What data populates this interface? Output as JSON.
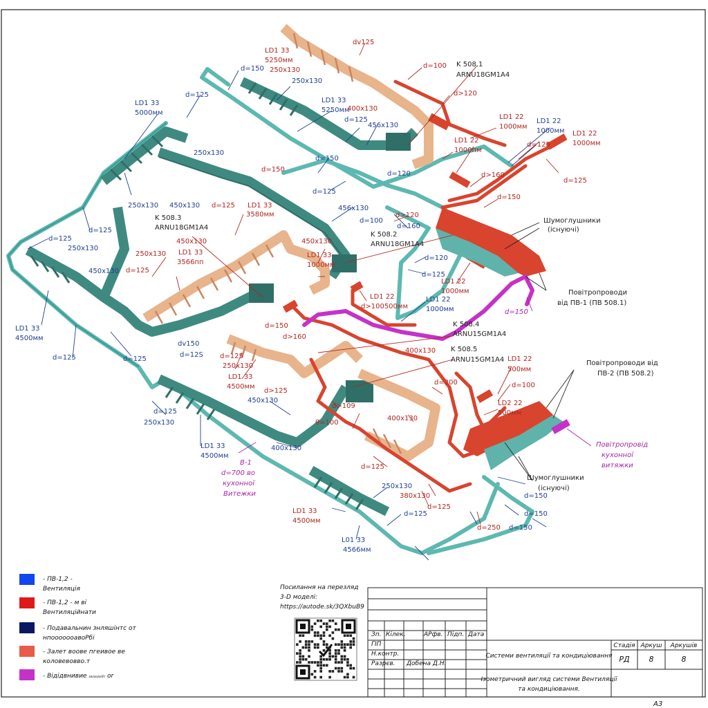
{
  "colors": {
    "supply_blue": "#1346f0",
    "red": "#e01818",
    "navy": "#0b1760",
    "salmon": "#e85a4a",
    "magenta": "#c532c8",
    "teal_duct": "#3f8a80",
    "teal_pipe": "#5db8b0",
    "peach_duct": "#e8b48c",
    "red_pipe": "#d8442e",
    "label_blue": "#1f3f8f",
    "label_red": "#b2251f"
  },
  "labels": {
    "d150_a": "d=150",
    "d125_a": "d=125",
    "ld133_5000": "LD1 33",
    "mm5000": "5000мм",
    "s250x130_a": "250x130",
    "ld133_5250": "LD1 33",
    "mm5250": "5250мм",
    "s250x130_b": "250x130",
    "dv125_top": "dv125",
    "ld133_5250r": "LD1 33",
    "mm5250r": "5250мм",
    "s250x130_r": "250x130",
    "s400x130_a": "400x130",
    "s456x130_a": "456x130",
    "d125_b": "d=125",
    "d100_top": "d=100",
    "k5081": "K 508.1",
    "arnu5081": "ARNU18GM1A4",
    "d120_a": "d>120",
    "ld122_a": "LD1 22",
    "mm1000_a": "1000мм",
    "ld122_b": "LD1 22",
    "mm1000_b": "1000мм",
    "ld122_c": "LD1 22",
    "mm1000_c": "1000мм",
    "ld122_d": "LD1 22",
    "mm1000_d": "1000пм",
    "d125_c": "d=125",
    "d150_b": "d=150",
    "d125_d": "d=125",
    "d120_b": "d=120",
    "d160_a": "d>160",
    "d125_e": "d=125",
    "d150_c": "d=150",
    "s250x130_c": "250x130",
    "s250x130_d": "250x130",
    "s450x130_a": "450x130",
    "d150_d": "d=150",
    "s456x130_b": "456x130",
    "d125_f": "d=125",
    "k5083": "K 508.3",
    "arnu5083": "ARNU18GM1A4",
    "ld133_3580": "LD1 33",
    "mm3580": "3580мм",
    "d125_g": "d=125",
    "d100_a": "d=100",
    "d120_c": "d>120",
    "d160_b": "d=160",
    "k5082": "K 508.2",
    "arnu5082": "ARNU18GM1A4",
    "silencers_top": "Шумоглушники",
    "existing_top": "(існуючі)",
    "d125_h": "d=125",
    "s250x130_e": "250x130",
    "s450x130_b": "450x130",
    "s250x130_f": "250x130",
    "ld133_3566": "LD1 33",
    "mm3566": "3566пп",
    "s450x130_c": "450x130",
    "ld133_1000": "LD1 33",
    "mm1000_e": "1000мм",
    "d120_d": "d=120",
    "d125_i": "d=125",
    "ld122_e": "LD1 22",
    "mm1000_f": "1000мм",
    "ducts_pv1": "Повітропроводи",
    "from_pv1": "від ПВ-1 (ПВ 508.1)",
    "s450x130_d": "450x130",
    "d125_j": "d=125",
    "ld133_4500a": "LD1 33",
    "mm4500a": "4500мм",
    "ld122_f": "LD1 22",
    "d100_500": "d>100500мм",
    "ld122_g": "LD1 22",
    "mm1000_g": "1000мм",
    "d150_e": "d=150",
    "d150_f": "d=150",
    "d160_c": "d>160",
    "k5084": "K 508.4",
    "arnu5084": "ARNU15GM1A4",
    "dv150": "dv150",
    "d125_k": "d=12S",
    "d125_l": "d=125",
    "d125_m": "d=125",
    "s250x130_g": "250x130",
    "ld133_4500b": "LD1 33",
    "mm4500b": "4500мм",
    "s400x130_b": "400x130",
    "k5085": "K 508.5",
    "arnu5085": "ARNU15GM1A4",
    "ducts_pv2": "Повітропроводи від",
    "from_pv2": "ПВ-2 (ПВ 508.2)",
    "d125_n": "d=125",
    "d125_o": "d>125",
    "s450x130_e": "450x130",
    "s250x130_h": "250x130",
    "d100_b": "θ=100",
    "d109": "d>109",
    "d200": "d=200",
    "ld122_h": "LD1 22",
    "mm500_a": "500мм",
    "d100_c": "d=100",
    "ld022": "LD2 22",
    "mm500_b": "500мм",
    "ld133_4500c": "LD1 33",
    "mm4500c": "4500мм",
    "s400x130_c": "400x130",
    "s400x130_d": "400x130",
    "kitchen_duct": "Повітропровід",
    "kitchen_line2": "кухонної",
    "kitchen_line3": "витяжки",
    "v1": "В-1",
    "d200_kitchen": "d=700 во",
    "kitchen_v1_2": "кухонної",
    "kitchen_v1_3": "Витежки",
    "silencers_bot": "Шумоглушники",
    "existing_bot": "(існуючі)",
    "d125_p": "d=125",
    "s250x130_i": "250x130",
    "s380x130": "380x130",
    "d150_g": "d=150",
    "d150_h": "d=150",
    "d125_q": "d=125",
    "ld133_4500d": "LD1 33",
    "mm4500d": "4500мм",
    "d125_r": "d=125",
    "d250": "d=250",
    "d150_i": "d=150",
    "ld133_4566": "L01 33",
    "mm4566": "4566мм",
    "d125_s": "d=125"
  },
  "legend": [
    {
      "color": "#1346f0",
      "line1": "- ПВ-1,2 -",
      "line2": "Вентиляція"
    },
    {
      "color": "#e01818",
      "line1": "- ПВ-1,2  -        м   ві",
      "line2": "Вентиляційнати"
    },
    {
      "color": "#0b1760",
      "line1": "- Подавальнин знляшінтс     от",
      "line2": "нпооооооавоРбі"
    },
    {
      "color": "#e85a4a",
      "line1": "- Залет воове пгеивое      ве",
      "line2": "коловевовво.т"
    },
    {
      "color": "#c532c8",
      "line1": "- Відідвнивие  ᵤᵤᵤᵤᵤᵢᵢᵣ     or",
      "line2": ""
    }
  ],
  "link": {
    "line1": "Посилання на перезляд",
    "line2": "3-D моделі:",
    "line3": "https://autode.sk/3QXbuB9"
  },
  "title_block": {
    "col_zm": "Зп.",
    "col_kilk": "Кілек.",
    "col_arkd": "АРфв.",
    "col_pidp": "Підп.",
    "col_data": "Дата",
    "row_gip": "ГІП",
    "row_nkontr": "Н.контр.",
    "row_rozrob": "Разрєв.",
    "author": "Добена Д.Н.",
    "title1": "Системи вентиляції та кондиціювання",
    "title2": "Ізометричний вигляд системи Вентиляції",
    "title3": "та кондиціювання.",
    "stage_h": "Стадія",
    "sheet_h": "Аркуш",
    "sheets_h": "Аркушів",
    "stage": "РД",
    "sheet": "8",
    "sheets": "8",
    "format": "А3"
  }
}
